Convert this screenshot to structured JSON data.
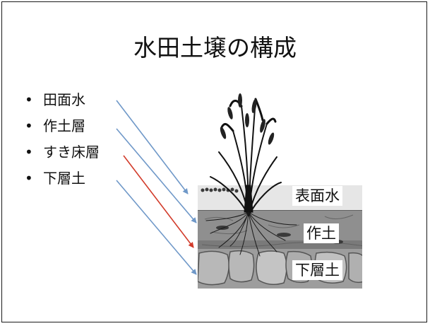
{
  "title": "水田土壌の構成",
  "bullets": [
    "田面水",
    "作土層",
    "すき床層",
    "下層土"
  ],
  "labels": {
    "surface_water": "表面水",
    "topsoil": "作土",
    "subsoil": "下層土"
  },
  "colors": {
    "arrow_blue": "#6f98c8",
    "arrow_red": "#d23b2a",
    "water": "#e6e6e6",
    "topsoil": "#8f8f8f",
    "plowpan": "#7a7a7a",
    "subsoil": "#b5b5b5"
  },
  "icons": [
    "rice-plant-icon",
    "soil-profile-illustration"
  ]
}
